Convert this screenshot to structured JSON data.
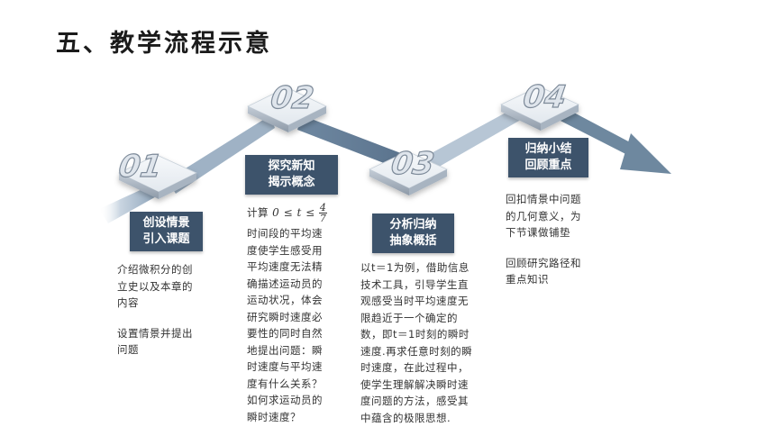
{
  "title": "五、教学流程示意",
  "steps": [
    {
      "number": "01",
      "label_line1": "创设情景",
      "label_line2": "引入课题",
      "desc": [
        "介绍微积分的创",
        "立史以及本章的",
        "内容"
      ],
      "desc2": [
        "设置情景并提出",
        "问题"
      ]
    },
    {
      "number": "02",
      "label_line1": "探究新知",
      "label_line2": "揭示概念",
      "desc_first_prefix": "计算",
      "math_expr": "0 ≤ t ≤",
      "frac_num": "4",
      "frac_den": "7",
      "desc": [
        "时间段的平均速",
        "度使学生感受用",
        "平均速度无法精",
        "确描述运动员的",
        "运动状况，体会",
        "研究瞬时速度必",
        "要性的同时自然",
        "地提出问题：瞬",
        "时速度与平均速",
        "度有什么关系？",
        "如何求运动员的",
        "瞬时速度？"
      ]
    },
    {
      "number": "03",
      "label_line1": "分析归纳",
      "label_line2": "抽象概括",
      "desc": [
        "以t＝1为例，借助信息",
        "技术工具，引导学生直",
        "观感受当时平均速度无",
        "限趋近于一个确定的",
        "数，即t＝1时刻的瞬时",
        "速度.再求任意时刻的瞬",
        "时速度，在此过程中，",
        "使学生理解解决瞬时速",
        "度问题的方法，感受其",
        "中蕴含的极限思想."
      ]
    },
    {
      "number": "04",
      "label_line1": "归纳小结",
      "label_line2": "回顾重点",
      "desc": [
        "回扣情景中问题",
        "的几何意义，为",
        "下节课做铺垫"
      ],
      "desc2": [
        "回顾研究路径和",
        "重点知识"
      ]
    }
  ],
  "colors": {
    "label_bg": "#3d536b",
    "path_dark": "#5e7791",
    "path_light": "#c7d3df",
    "text": "#333333"
  }
}
